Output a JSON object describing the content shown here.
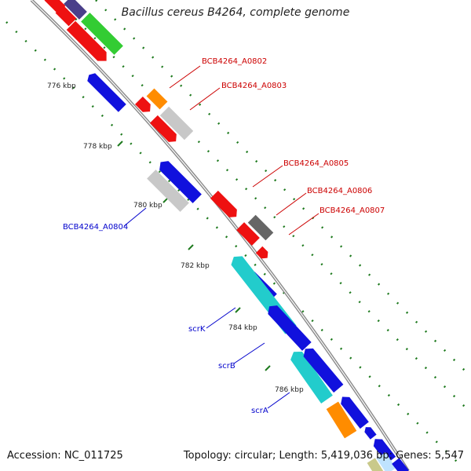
{
  "title": "Bacillus cereus B4264, complete genome",
  "accession": "Accession: NC_011725",
  "topology": "Topology: circular; Length: 5,419,036 bp; Genes: 5,547",
  "colors": {
    "backbone": "#8a8a8a",
    "tick": "#1e7a1e",
    "label_red": "#cc0000",
    "label_blue": "#0000cc"
  },
  "ticks": [
    "776 kbp",
    "778 kbp",
    "780 kbp",
    "782 kbp",
    "784 kbp",
    "786 kbp"
  ],
  "gene_labels": {
    "a0802": "BCB4264_A0802",
    "a0803": "BCB4264_A0803",
    "a0804": "BCB4264_A0804",
    "a0805": "BCB4264_A0805",
    "a0806": "BCB4264_A0806",
    "a0807": "BCB4264_A0807",
    "scrK": "scrK",
    "scrB": "scrB",
    "scrA": "scrA"
  }
}
